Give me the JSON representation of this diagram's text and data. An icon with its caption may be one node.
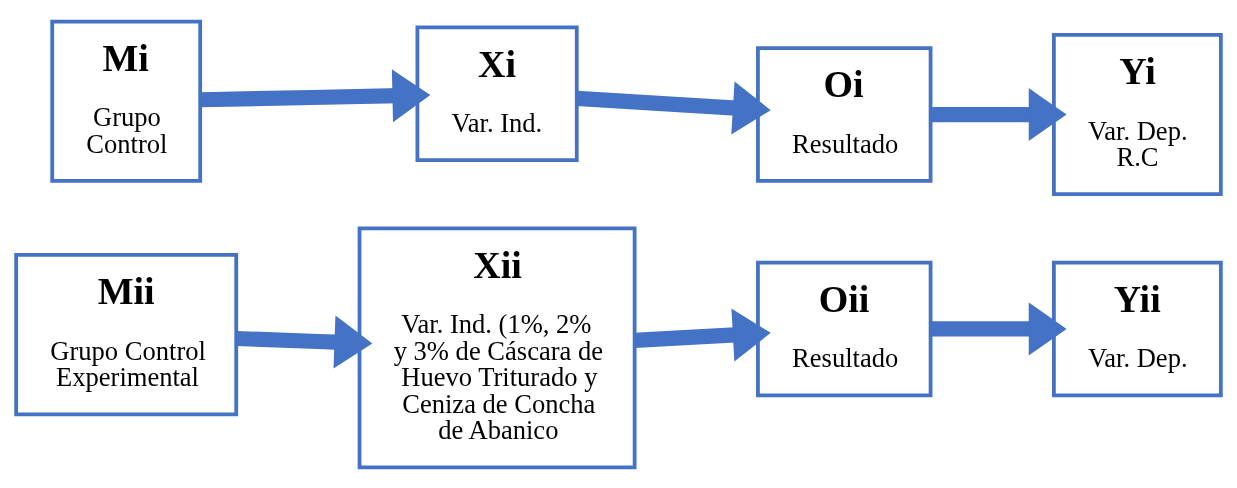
{
  "diagram": {
    "nodes": [
      {
        "text": [
          "Mi",
          "Grupo Control"
        ]
      },
      {
        "text": [
          "Xi",
          "Var. Ind."
        ]
      },
      {
        "text": [
          "Oi",
          "Resultado"
        ]
      },
      {
        "text": [
          "Yi",
          "Var. Dep. R.C"
        ]
      },
      {
        "text": [
          "Mii",
          "Grupo Control Experimental"
        ]
      },
      {
        "text": [
          "Xii",
          "Var. Ind. (1%, 2% y 3% de Cáscara de Huevo Triturado y Ceniza de Concha de Abanico"
        ]
      },
      {
        "text": [
          "Oii",
          "Resultado"
        ]
      },
      {
        "text": [
          "Yii",
          "Var. Dep."
        ]
      }
    ],
    "edges": [
      {
        "from": 0,
        "to": 1,
        "arrow": "to"
      },
      {
        "from": 1,
        "to": 2,
        "arrow": "to"
      },
      {
        "from": 2,
        "to": 3,
        "arrow": "to"
      },
      {
        "from": 4,
        "to": 5,
        "arrow": "to"
      },
      {
        "from": 5,
        "to": 6,
        "arrow": "to"
      },
      {
        "from": 6,
        "to": 7,
        "arrow": "to"
      }
    ]
  }
}
